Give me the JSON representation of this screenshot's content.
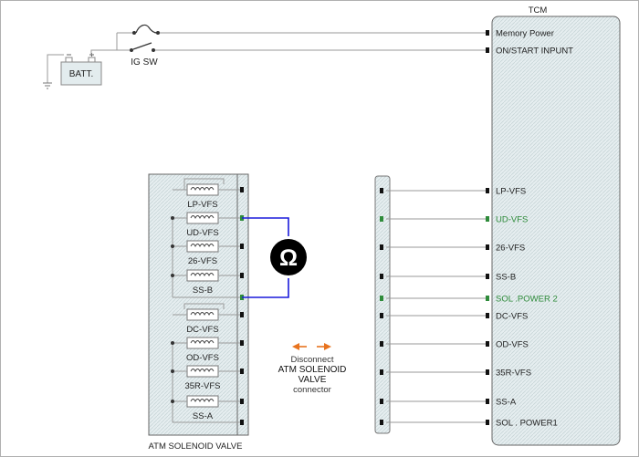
{
  "tcm": {
    "title": "TCM",
    "pins": [
      {
        "label": "Memory Power",
        "highlight": false
      },
      {
        "label": "ON/START  INPUNT",
        "highlight": false
      },
      {
        "label": "LP-VFS",
        "highlight": false
      },
      {
        "label": "UD-VFS",
        "highlight": true
      },
      {
        "label": "26-VFS",
        "highlight": false
      },
      {
        "label": "SS-B",
        "highlight": false
      },
      {
        "label": "SOL .POWER 2",
        "highlight": true
      },
      {
        "label": "DC-VFS",
        "highlight": false
      },
      {
        "label": "OD-VFS",
        "highlight": false
      },
      {
        "label": "35R-VFS",
        "highlight": false
      },
      {
        "label": "SS-A",
        "highlight": false
      },
      {
        "label": "SOL . POWER1",
        "highlight": false
      }
    ]
  },
  "battery": {
    "label": "BATT."
  },
  "ignition": {
    "label": "IG SW"
  },
  "valve_block": {
    "title": "ATM SOLENOID VALVE",
    "solenoids": [
      "LP-VFS",
      "UD-VFS",
      "26-VFS",
      "SS-B",
      "DC-VFS",
      "OD-VFS",
      "35R-VFS",
      "SS-A"
    ]
  },
  "ohmmeter": {
    "symbol": "Ω"
  },
  "instruction": {
    "line1": "Disconnect",
    "line2": "ATM SOLENOID",
    "line3": "VALVE",
    "line4": "connector"
  },
  "colors": {
    "wire": "#9a9a9a",
    "probe": "#1a1adb",
    "highlight_pin": "#2e8b3a",
    "arrow": "#e8731e",
    "panel_fill": "#e3ecee",
    "panel_hatch": "#c9d6d8"
  }
}
